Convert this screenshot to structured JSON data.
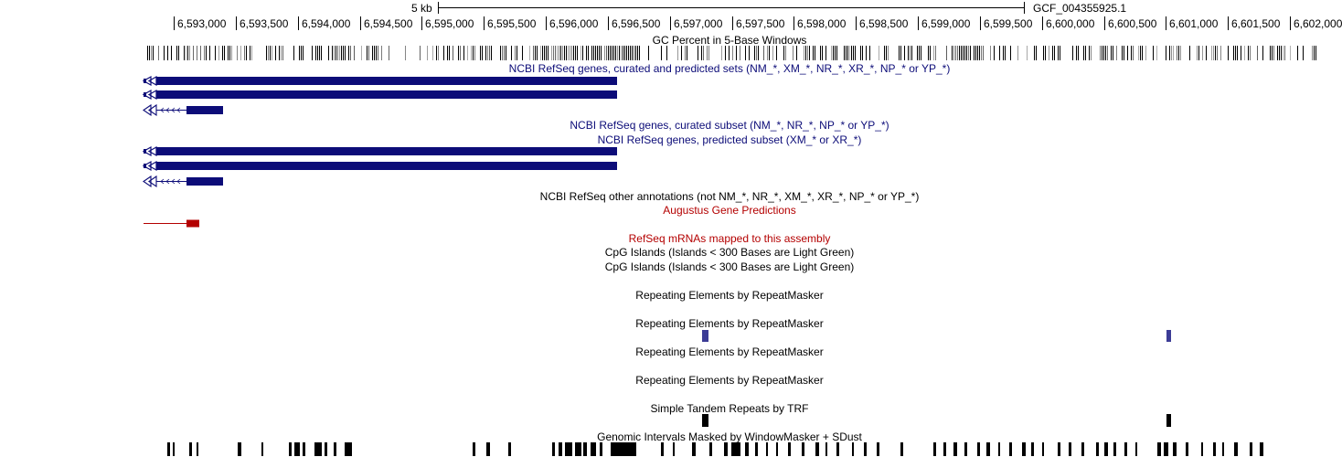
{
  "scale": {
    "label": "5 kb",
    "assembly": "GCF_004355925.1"
  },
  "ruler": {
    "start": 6592700,
    "end": 6602200,
    "ticks": [
      "6,593,000",
      "6,593,500",
      "6,594,000",
      "6,594,500",
      "6,595,000",
      "6,595,500",
      "6,596,000",
      "6,596,500",
      "6,597,000",
      "6,597,500",
      "6,598,000",
      "6,598,500",
      "6,599,000",
      "6,599,500",
      "6,600,000",
      "6,600,500",
      "6,601,000",
      "6,601,500",
      "6,602,000"
    ]
  },
  "tracks": {
    "gc": "GC Percent in 5-Base Windows",
    "refseq_all": "NCBI RefSeq genes, curated and predicted sets (NM_*, XM_*, NR_*, XR_*, NP_* or YP_*)",
    "refseq_curated": "NCBI RefSeq genes, curated subset (NM_*, NR_*, NP_* or YP_*)",
    "refseq_predicted": "NCBI RefSeq genes, predicted subset (XM_* or XR_*)",
    "refseq_other": "NCBI RefSeq other annotations (not NM_*, NR_*, XM_*, XR_*, NP_* or YP_*)",
    "augustus": "Augustus Gene Predictions",
    "refseq_mrna": "RefSeq mRNAs mapped to this assembly",
    "cpg1": "CpG Islands (Islands < 300 Bases are Light Green)",
    "cpg2": "CpG Islands (Islands < 300 Bases are Light Green)",
    "rmsk1": "Repeating Elements by RepeatMasker",
    "rmsk2": "Repeating Elements by RepeatMasker",
    "rmsk3": "Repeating Elements by RepeatMasker",
    "rmsk4": "Repeating Elements by RepeatMasker",
    "trf": "Simple Tandem Repeats by TRF",
    "windowmasker": "Genomic Intervals Masked by WindowMasker + SDust"
  },
  "colors": {
    "gene_blue": "#0c0c78",
    "refseq_text": "#0c0c78",
    "augustus_red": "#b40000",
    "rmsk_blue": "#3c3c96",
    "black": "#000000"
  }
}
